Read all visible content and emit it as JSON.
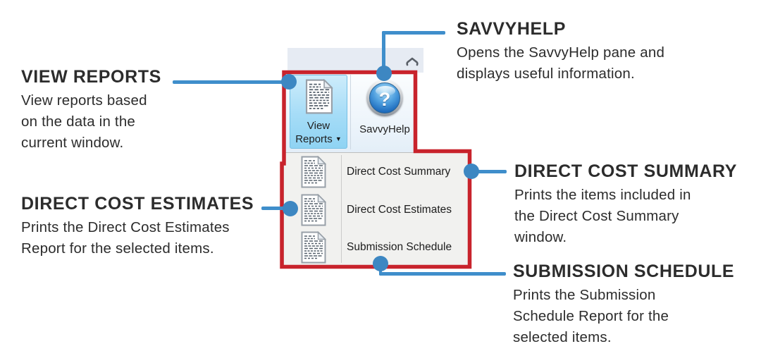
{
  "colors": {
    "red_outline": "#c8232c",
    "blue_connector": "#3f8ecb",
    "heading_text": "#2c2c2c",
    "ribbon_band": "#e6ebf3",
    "view_reports_button_blue": "#a5dcf7",
    "dropdown_bg": "#f1f1ef"
  },
  "callouts": {
    "view_reports": {
      "title": "VIEW REPORTS",
      "lines": [
        "View reports based",
        "on the data in the",
        "current window."
      ]
    },
    "savvyhelp": {
      "title": "SAVVYHELP",
      "lines": [
        "Opens the SavvyHelp pane and",
        "displays useful information."
      ]
    },
    "direct_cost_estimates": {
      "title": "DIRECT COST ESTIMATES",
      "lines": [
        "Prints the Direct Cost Estimates",
        "Report for the selected items."
      ]
    },
    "direct_cost_summary": {
      "title": "DIRECT COST SUMMARY",
      "lines": [
        "Prints the items included in",
        "the Direct Cost Summary",
        "window."
      ]
    },
    "submission_schedule": {
      "title": "SUBMISSION SCHEDULE",
      "lines": [
        "Prints the Submission",
        "Schedule Report for the",
        "selected items."
      ]
    }
  },
  "ribbon": {
    "view_reports_button": {
      "label_line1": "View",
      "label_line2": "Reports",
      "arrow": "▼",
      "icon": "document-icon"
    },
    "savvyhelp_button": {
      "label": "SavvyHelp",
      "question_glyph": "?",
      "icon": "question-mark-icon"
    },
    "collapse_icon": "chevron-up-icon"
  },
  "dropdown_menu": {
    "items": [
      {
        "label": "Direct Cost Summary",
        "icon": "document-icon"
      },
      {
        "label": "Direct Cost Estimates",
        "icon": "document-icon"
      },
      {
        "label": "Submission Schedule",
        "icon": "document-icon"
      }
    ]
  }
}
